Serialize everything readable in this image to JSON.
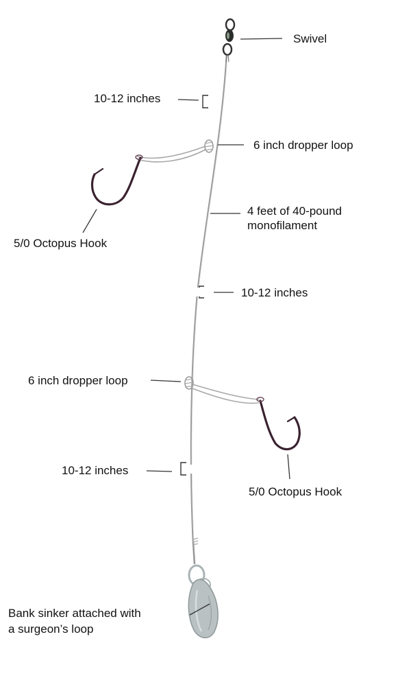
{
  "labels": {
    "swivel": "Swivel",
    "top_gap": "10-12 inches",
    "upper_dropper": "6 inch dropper loop",
    "mainline_line1": "4 feet of 40-pound",
    "mainline_line2": "monofilament",
    "upper_hook": "5/0 Octopus Hook",
    "middle_gap": "10-12 inches",
    "lower_dropper": "6 inch dropper loop",
    "bottom_gap": "10-12 inches",
    "lower_hook": "5/0 Octopus Hook",
    "sinker_line1": "Bank sinker attached with",
    "sinker_line2": "a surgeon’s loop"
  },
  "colors": {
    "background": "#ffffff",
    "text": "#111111",
    "leader_line": "#333333",
    "monofilament": "#9a9a9a",
    "hook": "#3a2230",
    "sinker": "#b9c1c2"
  }
}
